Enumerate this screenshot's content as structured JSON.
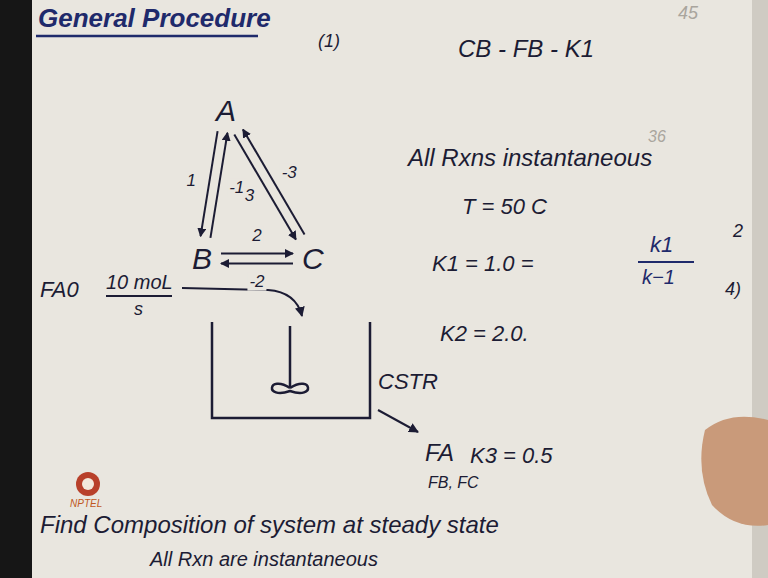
{
  "diagram": {
    "title": "General Procedure",
    "nodes": [
      {
        "text": [
          "A"
        ]
      },
      {
        "text": [
          "B"
        ]
      },
      {
        "text": [
          "C"
        ]
      },
      {
        "text": [
          "CSTR"
        ]
      }
    ],
    "edges": [
      {
        "from": 0,
        "to": 1,
        "label": "1",
        "arrow": "to"
      },
      {
        "from": 1,
        "to": 0,
        "label": "-1",
        "arrow": "to"
      },
      {
        "from": 1,
        "to": 2,
        "label": "2",
        "arrow": "to"
      },
      {
        "from": 2,
        "to": 1,
        "label": "-2",
        "arrow": "to"
      },
      {
        "from": 0,
        "to": 2,
        "label": "3",
        "arrow": "to"
      },
      {
        "from": 2,
        "to": 0,
        "label": "-3",
        "arrow": "to"
      }
    ],
    "labels": [
      "(1)",
      "CB - FB - K1",
      "45",
      "36",
      "All Rxns instantaneous",
      "T = 50 C",
      "K1 = 1.0 =",
      "k1",
      "k−1",
      "K2 = 2.0.",
      "FA0",
      "10 moL",
      "s",
      "FA",
      "FB, FC",
      "K3 = 0.5",
      "2",
      "4)",
      "Find Composition of system at steady state",
      "All Rxn are instantaneous",
      "NPTEL"
    ]
  }
}
